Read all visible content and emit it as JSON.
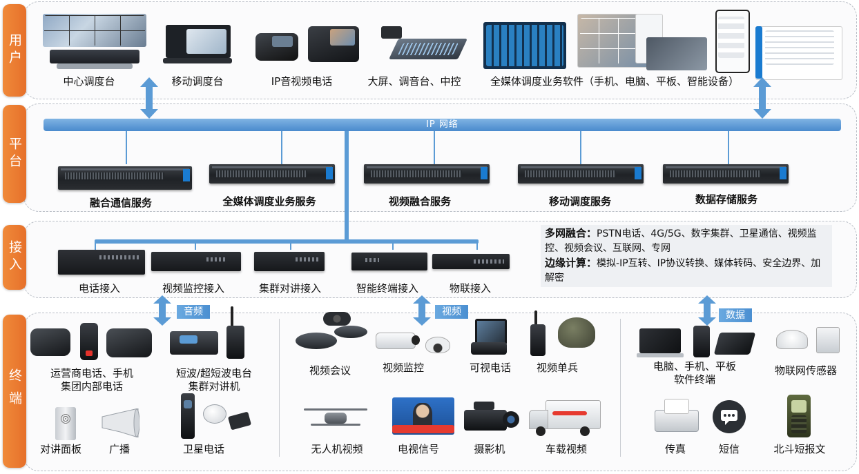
{
  "layers": {
    "user": "用户",
    "platform": "平台",
    "access": "接入",
    "terminal": "终端"
  },
  "user_items": [
    {
      "label": "中心调度台"
    },
    {
      "label": "移动调度台"
    },
    {
      "label": "IP音视频电话"
    },
    {
      "label": "大屏、调音台、中控"
    },
    {
      "label": "全媒体调度业务软件（手机、电脑、平板、智能设备）"
    }
  ],
  "network": {
    "label": "IP 网络"
  },
  "services": [
    {
      "label": "融合通信服务"
    },
    {
      "label": "全媒体调度业务服务"
    },
    {
      "label": "视频融合服务"
    },
    {
      "label": "移动调度服务"
    },
    {
      "label": "数据存储服务"
    }
  ],
  "access_items": [
    {
      "label": "电话接入"
    },
    {
      "label": "视频监控接入"
    },
    {
      "label": "集群对讲接入"
    },
    {
      "label": "智能终端接入"
    },
    {
      "label": "物联接入"
    }
  ],
  "notes": {
    "multi_title": "多网融合：",
    "multi_text": "PSTN电话、4G/5G、数字集群、卫星通信、视频监控、视频会议、互联网、专网",
    "edge_title": "边缘计算：",
    "edge_text": "模拟-IP互转、IP协议转换、媒体转码、安全边界、加解密"
  },
  "tags": {
    "audio": "音频",
    "video": "视频",
    "data": "数据"
  },
  "terminals": {
    "carrier_line1": "运营商电话、手机",
    "carrier_line2": "集团内部电话",
    "radio_line1": "短波/超短波电台",
    "radio_line2": "集群对讲机",
    "intercom": "对讲面板",
    "broadcast": "广播",
    "satphone": "卫星电话",
    "videoconf": "视频会议",
    "videomon": "视频监控",
    "videophone": "可视电话",
    "videosoldier": "视频单兵",
    "drone": "无人机视频",
    "tv": "电视信号",
    "camera": "摄影机",
    "vehicle": "车载视频",
    "softterm_line1": "电脑、手机、平板",
    "softterm_line2": "软件终端",
    "iot": "物联网传感器",
    "fax": "传真",
    "sms": "短信",
    "beidou": "北斗短报文"
  },
  "colors": {
    "tab_orange": "#e6702a",
    "link_blue": "#5b9bd5",
    "tag_blue": "#4b8fd1"
  }
}
